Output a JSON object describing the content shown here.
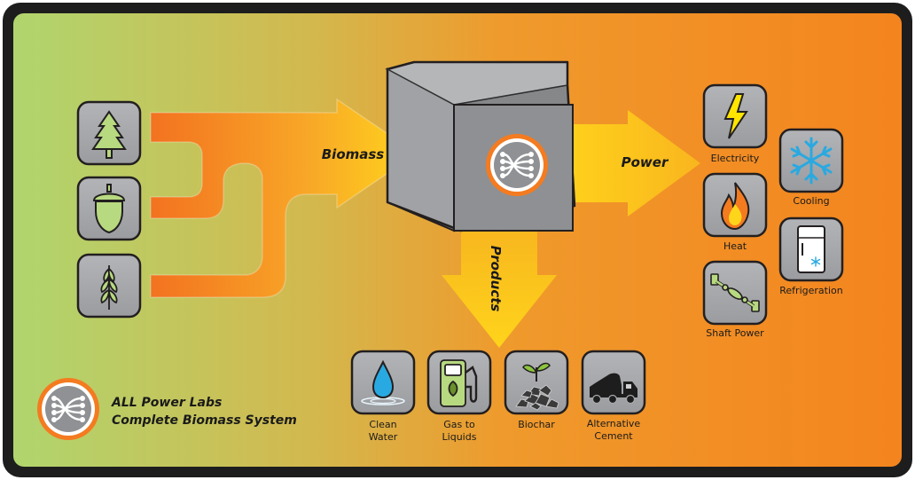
{
  "flows": {
    "biomass": "Biomass",
    "power": "Power",
    "products": "Products"
  },
  "inputs": [
    {
      "icon": "tree-icon"
    },
    {
      "icon": "acorn-icon"
    },
    {
      "icon": "wheat-icon"
    }
  ],
  "power_outputs": [
    {
      "label": "Electricity",
      "icon": "lightning-icon"
    },
    {
      "label": "Heat",
      "icon": "flame-icon"
    },
    {
      "label": "Shaft Power",
      "icon": "shaft-icon"
    }
  ],
  "cooling_outputs": [
    {
      "label": "Cooling",
      "icon": "snowflake-icon"
    },
    {
      "label": "Refrigeration",
      "icon": "refrigerator-icon"
    }
  ],
  "products": [
    {
      "line1": "Clean",
      "line2": "Water",
      "icon": "water-drop-icon"
    },
    {
      "line1": "Gas to",
      "line2": "Liquids",
      "icon": "fuel-pump-icon"
    },
    {
      "line1": "Biochar",
      "line2": "",
      "icon": "biochar-icon"
    },
    {
      "line1": "Alternative",
      "line2": "Cement",
      "icon": "cement-truck-icon"
    }
  ],
  "brand": {
    "line1": "ALL Power Labs",
    "line2": "Complete Biomass System",
    "icon": "apl-logo-icon"
  },
  "colors": {
    "green": "#b3d36b",
    "orange": "#f28a1f",
    "arrow_yellow": "#ffd21a",
    "arrow_orange": "#f07a1e",
    "tile_grey": "#a7a9ac"
  }
}
